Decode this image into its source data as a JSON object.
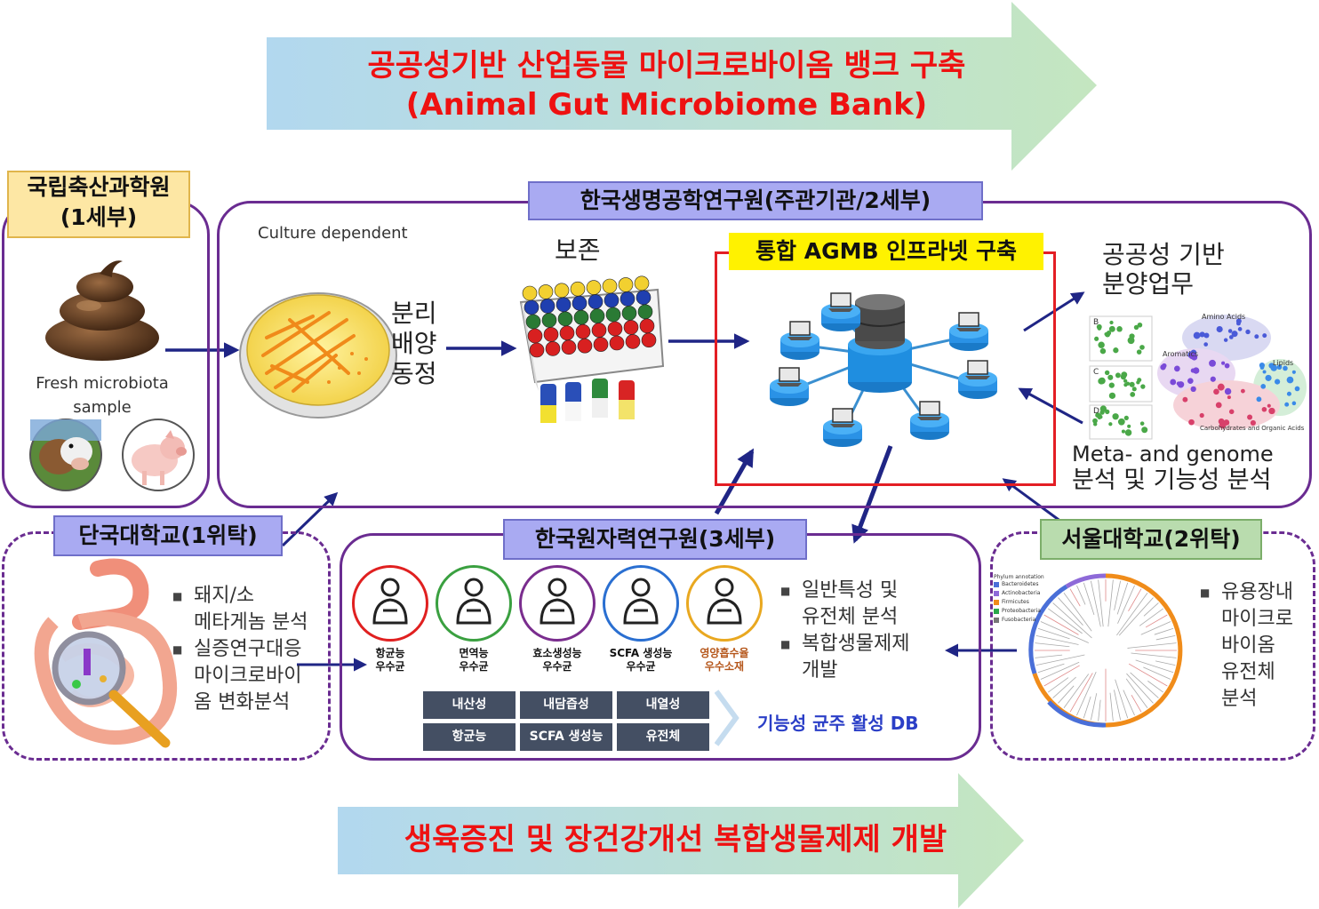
{
  "top_banner": {
    "line1": "공공성기반 산업동물 마이크로바이옴 뱅크 구축",
    "line2": "(Animal Gut Microbiome Bank)"
  },
  "bottom_banner": {
    "text": "생육증진 및 장건강개선 복합생물제제 개발"
  },
  "nias": {
    "label_line1": "국립축산과학원",
    "label_line2": "(1세부)",
    "sample_line1": "Fresh microbiota",
    "sample_line2": "sample",
    "icons": [
      "poop-icon",
      "cow-icon",
      "pig-icon"
    ]
  },
  "kribb": {
    "label": "한국생명공학연구원(주관기관/2세부)",
    "culture": "Culture dependent",
    "process": [
      "분리",
      "배양",
      "동정"
    ],
    "storage": "보존",
    "agmb_label": "통합 AGMB 인프라넷 구축",
    "public_line1": "공공성 기반",
    "public_line2": "분양업무",
    "meta_line1": "Meta- and genome",
    "meta_line2": "분석 및 기능성 분석",
    "network_labels": [
      "Amino Acids",
      "Aromatics",
      "Lipids",
      "Carbohydrates and Organic Acids"
    ],
    "panel_labels": [
      "B",
      "C",
      "D"
    ]
  },
  "dankook": {
    "label": "단국대학교(1위탁)",
    "bullets": [
      "돼지/소 메타게놈 분석",
      "실증연구대응 마이크로바이옴 변화분석"
    ],
    "bullet1_lines": [
      "돼지/소",
      "메타게놈 분석"
    ],
    "bullet2_lines": [
      "실증연구대응",
      "마이크로바이",
      "옴 변화분석"
    ]
  },
  "kaeri": {
    "label": "한국원자력연구원(3세부)",
    "icons": [
      {
        "name": "soldier-icon",
        "line1": "항균능",
        "line2": "우수균",
        "color": "#e02020",
        "text_color": "#111111"
      },
      {
        "name": "person-shield-icon",
        "line1": "면역능",
        "line2": "우수균",
        "color": "#3aa040",
        "text_color": "#111111"
      },
      {
        "name": "scientist-icon",
        "line1": "효소생성능",
        "line2": "우수균",
        "color": "#7a2d8e",
        "text_color": "#111111"
      },
      {
        "name": "test-tube-icon",
        "line1": "SCFA 생성능",
        "line2": "우수균",
        "color": "#2a6fd1",
        "text_color": "#111111"
      },
      {
        "name": "plant-person-icon",
        "line1": "영양흡수율",
        "line2": "우수소재",
        "color": "#e9a820",
        "text_color": "#b5561a"
      }
    ],
    "chips": [
      "내산성",
      "내담즙성",
      "내열성",
      "항균능",
      "SCFA 생성능",
      "유전체"
    ],
    "db_label": "기능성 균주 활성 DB",
    "bullets_lines": [
      [
        "일반특성 및",
        "유전체 분석"
      ],
      [
        "복합생물제제",
        "개발"
      ]
    ]
  },
  "snu": {
    "label": "서울대학교(2위탁)",
    "bullet_lines": [
      "유용장내",
      "마이크로",
      "바이옴",
      "유전체",
      "분석"
    ],
    "legend_title": "Phylum annotation",
    "legend_items": [
      {
        "name": "Bacteroidetes",
        "color": "#4a6fd8"
      },
      {
        "name": "Actinobacteria",
        "color": "#8e6ad8"
      },
      {
        "name": "Firmicutes",
        "color": "#f08c1a"
      },
      {
        "name": "Proteobacteria",
        "color": "#2aa84a"
      },
      {
        "name": "Fusobacteria",
        "color": "#777777"
      }
    ]
  },
  "colors": {
    "border": "#6a2c91",
    "arrow": "#1f2585",
    "banner_text": "#ee1111",
    "agmb_border": "#e31e24",
    "agmb_label_bg": "#fff200"
  }
}
